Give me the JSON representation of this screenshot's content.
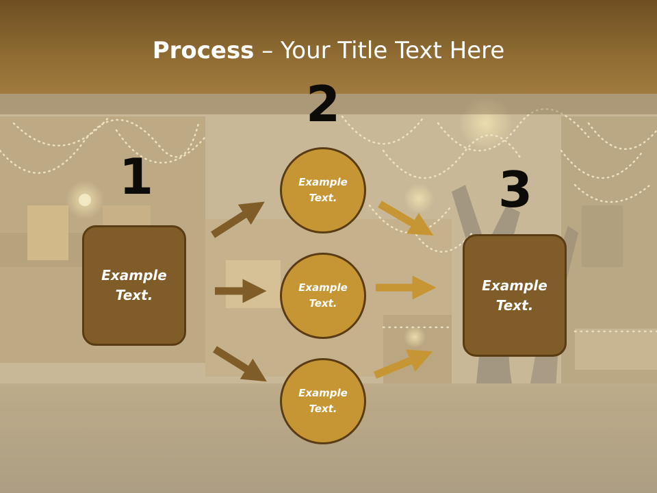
{
  "title": {
    "bold": "Process",
    "rest": " – Your Title Text Here"
  },
  "steps": {
    "one": "1",
    "two": "2",
    "three": "3"
  },
  "boxes": {
    "left": "Example Text.",
    "right": "Example Text."
  },
  "circles": {
    "top": "Example Text.",
    "middle": "Example Text.",
    "bottom": "Example Text."
  },
  "colors": {
    "title_bar": "#8c6a31",
    "box_fill": "#7f5c28",
    "circle_fill": "#c79634",
    "arrow_dark": "#7f5c28",
    "arrow_light": "#c79634",
    "border": "#5a3c14"
  }
}
